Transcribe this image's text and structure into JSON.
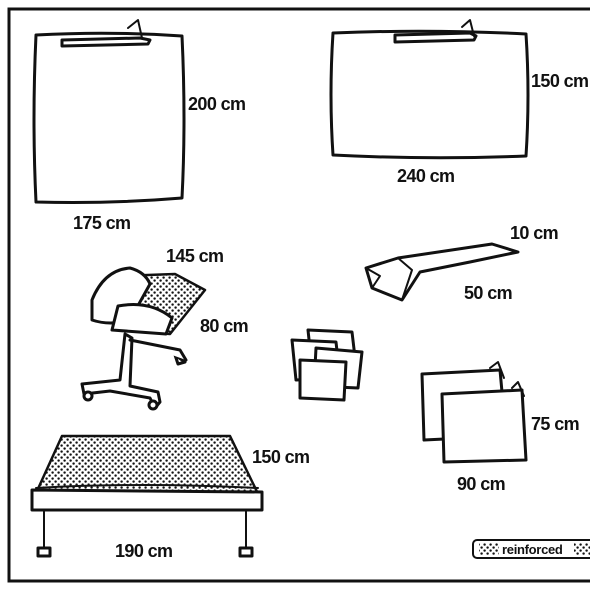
{
  "labels": {
    "drape_large_height": "200 cm",
    "drape_large_width": "175 cm",
    "drape_wide_height": "150 cm",
    "drape_wide_width": "240 cm",
    "instrument_cover_length": "145 cm",
    "instrument_cover_width": "80 cm",
    "tape_width": "10 cm",
    "tape_length": "50 cm",
    "towel_height": "75 cm",
    "towel_width": "90 cm",
    "table_cover_width": "150 cm",
    "table_cover_length": "190 cm"
  },
  "legend": {
    "text": "reinforced",
    "icon": "dot-pattern-icon"
  },
  "colors": {
    "ink": "#111111",
    "paper": "#ffffff"
  }
}
